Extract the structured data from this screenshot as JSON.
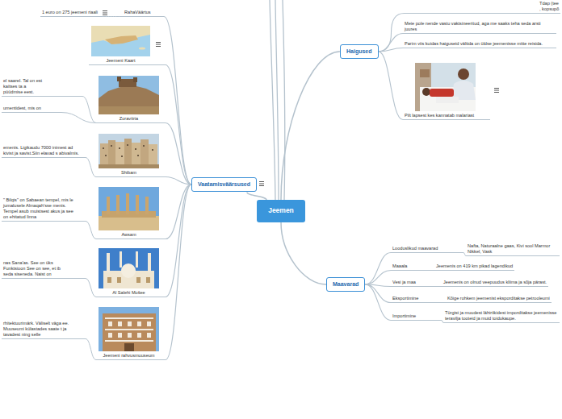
{
  "diagram": {
    "nodes": [
      {
        "text": [
          "Jeemen"
        ]
      },
      {
        "text": [
          "Vaatamisväärsused"
        ]
      },
      {
        "text": [
          "RahaVäärtus"
        ]
      },
      {
        "text": [
          "1 euro on 275 jeemeni riaali"
        ]
      },
      {
        "text": [
          "Jeemeni Kaart"
        ]
      },
      {
        "text": [
          "Zoravitria"
        ]
      },
      {
        "text": [
          "el saarel. Tal on est kaitses ta a püüdmise eest."
        ]
      },
      {
        "text": [
          "umentidest, mis on"
        ]
      },
      {
        "text": [
          "Shibam"
        ]
      },
      {
        "text": [
          "emenis. Ligikaudu 7000 inimest ad kivist ja savist.Siin elavad s abivalmis."
        ]
      },
      {
        "text": [
          "Awsam"
        ]
      },
      {
        "text": [
          "\" Bilqis\" on Sabaean tempel, mis le jumalusele Almaqah'sse menis. Tempel asub muistsest akus ja see on ehitatud linna"
        ]
      },
      {
        "text": [
          "Al Salehi Mošee"
        ]
      },
      {
        "text": [
          "nas Sana'as. See on üks Funktsioon See on see, et ib seda siseneda. Naist on"
        ]
      },
      {
        "text": [
          "Jeemeni rahvusmuuseum"
        ]
      },
      {
        "text": [
          "rhitektuurimärk. Väliselt väga ee. Muuseumi külastades saate t ja tavadest ning selle"
        ]
      },
      {
        "text": [
          "Haigused"
        ]
      },
      {
        "text": [
          "Tdap (tee , kopsupõ"
        ]
      },
      {
        "text": [
          "Meie pole nende vastu vaktsineeritud, aga me saaks teha seda arsti juures"
        ]
      },
      {
        "text": [
          "Parim viis kuidas haiguseid vältida on üldse jeemenisse mitte reisida."
        ]
      },
      {
        "text": [
          "Pilt lapsest kes kannatab malariast"
        ]
      },
      {
        "text": [
          "Maavarad"
        ]
      },
      {
        "text": [
          "Looduslikud maavarad"
        ]
      },
      {
        "text": [
          "Nafta, Naturaalne gaas, Kivi sool Marmor Nikkel, Vask"
        ]
      },
      {
        "text": [
          "Maaala"
        ]
      },
      {
        "text": [
          "Jeemenis on 419 km pikad lagendikud"
        ]
      },
      {
        "text": [
          "Vesi ja maa"
        ]
      },
      {
        "text": [
          "Jeemenis on olnud veepuudus kliima ja sõja pärast."
        ]
      },
      {
        "text": [
          "Eksportimine"
        ]
      },
      {
        "text": [
          "Kõige rohkem jeemenist eksporditakse petrooleumi"
        ]
      },
      {
        "text": [
          "Importimine"
        ]
      },
      {
        "text": [
          "Türgist ja muudest lähiriikidest imporditakse jeemenisse teravilja tooteid ja muid toidukaupe."
        ]
      }
    ],
    "edges": [
      {
        "from": 0,
        "to": 1,
        "arrow": "none"
      },
      {
        "from": 1,
        "to": 2,
        "arrow": "none"
      },
      {
        "from": 2,
        "to": 3,
        "arrow": "none"
      },
      {
        "from": 1,
        "to": 4,
        "arrow": "none"
      },
      {
        "from": 1,
        "to": 5,
        "arrow": "none"
      },
      {
        "from": 5,
        "to": 6,
        "arrow": "none"
      },
      {
        "from": 5,
        "to": 7,
        "arrow": "none"
      },
      {
        "from": 1,
        "to": 8,
        "arrow": "none"
      },
      {
        "from": 8,
        "to": 9,
        "arrow": "none"
      },
      {
        "from": 1,
        "to": 10,
        "arrow": "none"
      },
      {
        "from": 10,
        "to": 11,
        "arrow": "none"
      },
      {
        "from": 1,
        "to": 12,
        "arrow": "none"
      },
      {
        "from": 12,
        "to": 13,
        "arrow": "none"
      },
      {
        "from": 1,
        "to": 14,
        "arrow": "none"
      },
      {
        "from": 14,
        "to": 15,
        "arrow": "none"
      },
      {
        "from": 0,
        "to": 16,
        "arrow": "none"
      },
      {
        "from": 16,
        "to": 17,
        "arrow": "none"
      },
      {
        "from": 16,
        "to": 18,
        "arrow": "none"
      },
      {
        "from": 16,
        "to": 19,
        "arrow": "none"
      },
      {
        "from": 16,
        "to": 20,
        "arrow": "none"
      },
      {
        "from": 0,
        "to": 21,
        "arrow": "none"
      },
      {
        "from": 21,
        "to": 22,
        "arrow": "none"
      },
      {
        "from": 22,
        "to": 23,
        "arrow": "none"
      },
      {
        "from": 21,
        "to": 24,
        "arrow": "none"
      },
      {
        "from": 24,
        "to": 25,
        "arrow": "none"
      },
      {
        "from": 21,
        "to": 26,
        "arrow": "none"
      },
      {
        "from": 26,
        "to": 27,
        "arrow": "none"
      },
      {
        "from": 21,
        "to": 28,
        "arrow": "none"
      },
      {
        "from": 28,
        "to": 29,
        "arrow": "none"
      },
      {
        "from": 21,
        "to": 30,
        "arrow": "none"
      },
      {
        "from": 30,
        "to": 31,
        "arrow": "none"
      }
    ]
  }
}
